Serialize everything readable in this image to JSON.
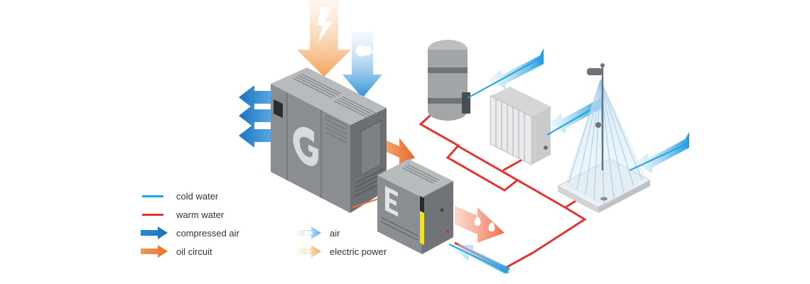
{
  "colors": {
    "cold_water": "#1fa3e0",
    "warm_water": "#e3342f",
    "compressed_air": "#1b7fc4",
    "oil_circuit": "#e4773a",
    "air": "#7bb8e6",
    "electric_power": "#f5b26b",
    "machine_body": "#8a8d91",
    "machine_dark": "#5d6065",
    "machine_light": "#b5b8bb"
  },
  "legend": {
    "items": [
      {
        "key": "cold_water",
        "label": "cold water",
        "icon": "line-icon"
      },
      {
        "key": "warm_water",
        "label": "warm water",
        "icon": "line-icon"
      },
      {
        "key": "compressed_air",
        "label": "compressed air",
        "icon": "arrow-icon"
      },
      {
        "key": "oil_circuit",
        "label": "oil circuit",
        "icon": "arrow-icon"
      },
      {
        "key": "air",
        "label": "air",
        "icon": "arrow-icon"
      },
      {
        "key": "electric_power",
        "label": "electric power",
        "icon": "arrow-icon"
      }
    ]
  }
}
